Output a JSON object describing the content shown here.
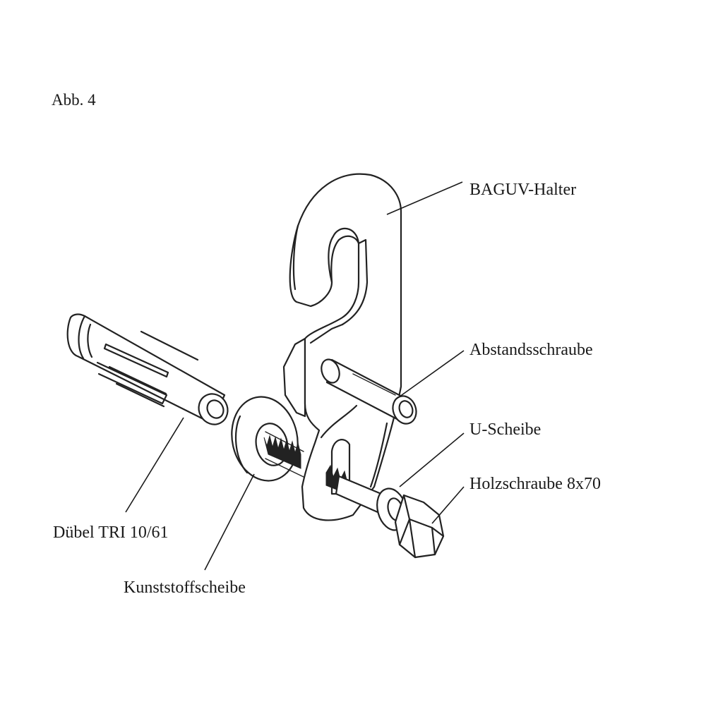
{
  "figure": {
    "title": "Abb. 4"
  },
  "labels": {
    "halter": "BAGUV-Halter",
    "abstandsschraube": "Abstandsschraube",
    "u_scheibe": "U-Scheibe",
    "holzschraube": "Holzschraube 8x70",
    "duebel": "Dübel TRI 10/61",
    "kunststoffscheibe": "Kunststoffscheibe"
  }
}
